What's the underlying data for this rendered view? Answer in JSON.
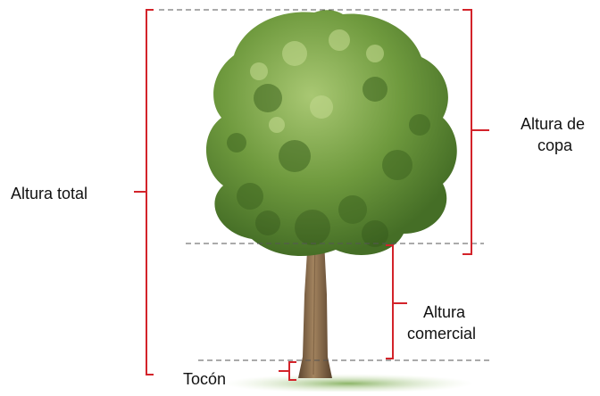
{
  "labels": {
    "total_height": "Altura total",
    "crown_height_line1": "Altura de",
    "crown_height_line2": "copa",
    "commercial_height_line1": "Altura",
    "commercial_height_line2": "comercial",
    "stump": "Tocón"
  },
  "colors": {
    "bracket": "#d3232a",
    "dashed_line": "#555555",
    "trunk": "#8a6a4a",
    "foliage_dark": "#4f7a2c",
    "foliage_mid": "#6f9a3e",
    "foliage_light": "#a4c46a",
    "grass": "#9cc07a"
  }
}
